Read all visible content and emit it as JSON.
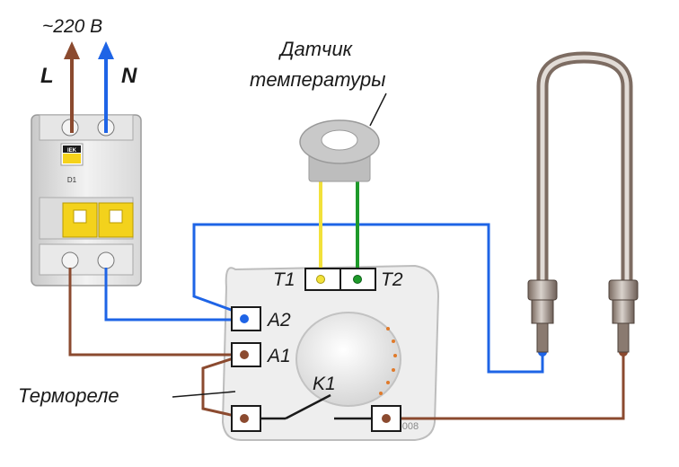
{
  "supply": {
    "voltage_label": "~220 В",
    "live_label": "L",
    "neutral_label": "N"
  },
  "breaker": {
    "brand": "IEK",
    "model_label": "D1"
  },
  "sensor": {
    "caption_line1": "Датчик",
    "caption_line2": "температуры"
  },
  "thermostat": {
    "terminal_t1": "T1",
    "terminal_t2": "T2",
    "terminal_a2": "A2",
    "terminal_a1": "A1",
    "contact_k1": "K1",
    "caption": "Термореле",
    "model_text": "TP-008"
  },
  "wire_colors": {
    "live": "#8B4A2F",
    "neutral": "#1E64E6",
    "sensor_yellow": "#F2E13A",
    "sensor_green": "#1E9A2A"
  }
}
